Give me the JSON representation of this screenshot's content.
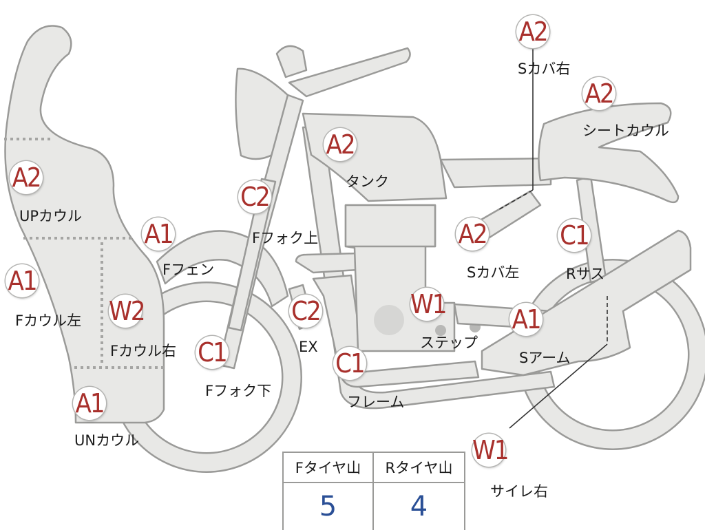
{
  "parts": [
    {
      "id": "s-cover-right",
      "grade": "A2",
      "label": "Sカバ右"
    },
    {
      "id": "seat-cowl",
      "grade": "A2",
      "label": "シートカウル"
    },
    {
      "id": "tank",
      "grade": "A2",
      "label": "タンク"
    },
    {
      "id": "up-cowl",
      "grade": "A2",
      "label": "UPカウル"
    },
    {
      "id": "f-fork-upper",
      "grade": "C2",
      "label": "Fフォク上"
    },
    {
      "id": "f-fender",
      "grade": "A1",
      "label": "Fフェン"
    },
    {
      "id": "s-cover-left",
      "grade": "A2",
      "label": "Sカバ左"
    },
    {
      "id": "r-suspension",
      "grade": "C1",
      "label": "Rサス"
    },
    {
      "id": "f-cowl-left",
      "grade": "A1",
      "label": "Fカウル左"
    },
    {
      "id": "f-cowl-right",
      "grade": "W2",
      "label": "Fカウル右"
    },
    {
      "id": "exhaust",
      "grade": "C2",
      "label": "EX"
    },
    {
      "id": "step",
      "grade": "W1",
      "label": "ステップ"
    },
    {
      "id": "s-arm",
      "grade": "A1",
      "label": "Sアーム"
    },
    {
      "id": "f-fork-lower",
      "grade": "C1",
      "label": "Fフォク下"
    },
    {
      "id": "frame",
      "grade": "C1",
      "label": "フレーム"
    },
    {
      "id": "un-cowl",
      "grade": "A1",
      "label": "UNカウル"
    },
    {
      "id": "silencer-right",
      "grade": "W1",
      "label": "サイレ右"
    }
  ],
  "tire_tread": {
    "front_header": "Fタイヤ山",
    "rear_header": "Rタイヤ山",
    "front_value": "5",
    "rear_value": "4"
  }
}
